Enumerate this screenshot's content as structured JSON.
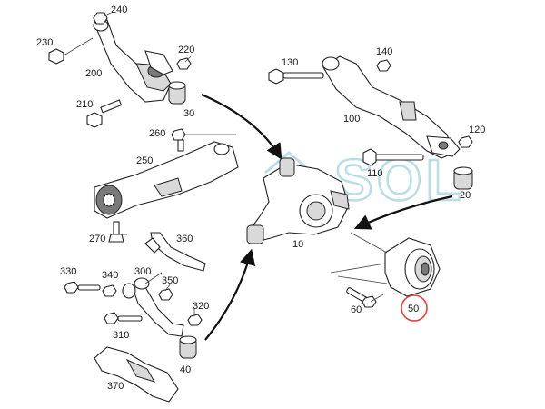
{
  "diagram": {
    "watermark": "SOL",
    "highlight_color": "#e0403a",
    "watermark_color": "#9fd0dc",
    "part_labels": {
      "p10": "10",
      "p20": "20",
      "p30": "30",
      "p40": "40",
      "p50": "50",
      "p60": "60",
      "p100": "100",
      "p110": "110",
      "p120": "120",
      "p130": "130",
      "p140": "140",
      "p200": "200",
      "p210": "210",
      "p220": "220",
      "p230": "230",
      "p240": "240",
      "p250": "250",
      "p260": "260",
      "p270": "270",
      "p300": "300",
      "p310": "310",
      "p320": "320",
      "p330": "330",
      "p340": "340",
      "p350": "350",
      "p360": "360",
      "p370": "370"
    }
  }
}
